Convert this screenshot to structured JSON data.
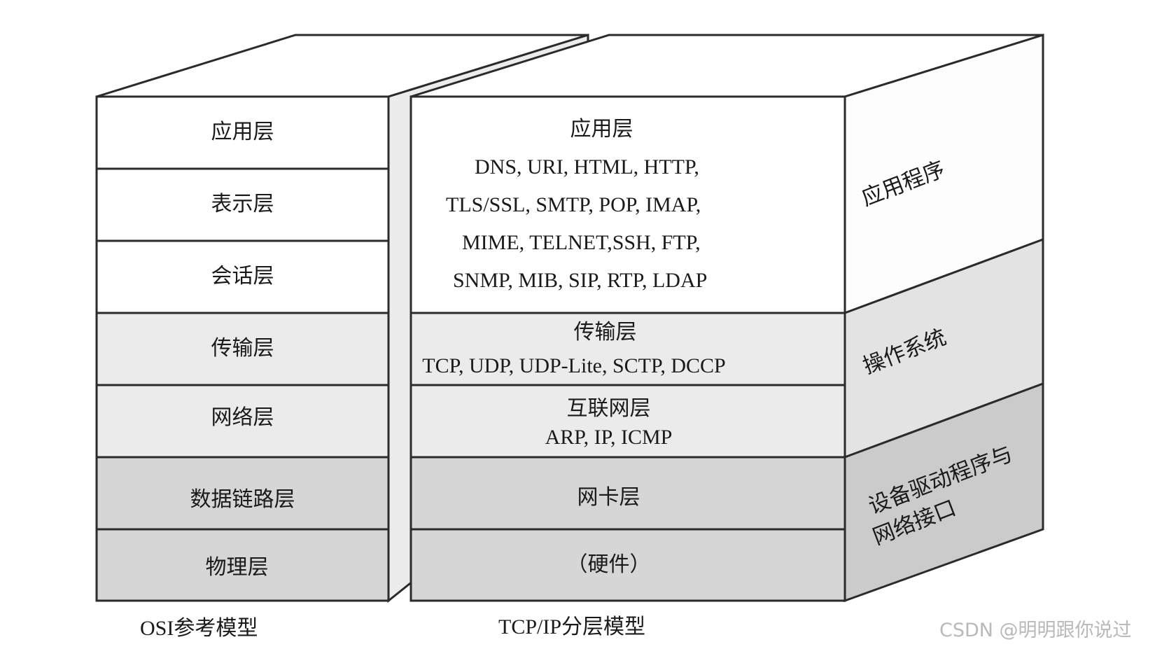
{
  "osi": {
    "caption": "OSI参考模型",
    "layers": [
      "应用层",
      "表示层",
      "会话层",
      "传输层",
      "网络层",
      "数据链路层",
      "物理层"
    ]
  },
  "tcpip": {
    "caption": "TCP/IP分层模型",
    "application": {
      "name": "应用层",
      "protocols": [
        "DNS, URI, HTML, HTTP,",
        "TLS/SSL, SMTP, POP, IMAP,",
        "MIME, TELNET,SSH, FTP,",
        "SNMP, MIB, SIP, RTP, LDAP"
      ]
    },
    "transport": {
      "name": "传输层",
      "protocols": [
        "TCP, UDP, UDP-Lite, SCTP, DCCP"
      ]
    },
    "internet": {
      "name": "互联网层",
      "protocols": [
        "ARP, IP, ICMP"
      ]
    },
    "link": {
      "name": "网卡层"
    },
    "hardware": {
      "name": "（硬件）"
    }
  },
  "side": {
    "application": "应用程序",
    "os": "操作系统",
    "driver_line1": "设备驱动程序与",
    "driver_line2": "网络接口"
  },
  "watermark": "CSDN @明明跟你说过",
  "colors": {
    "white": "#ffffff",
    "light_gray": "#ebebeb",
    "dark_gray": "#d6d6d6",
    "side_white": "#fdfdfd",
    "side_light": "#e3e3e3",
    "side_dark": "#cbcbcb",
    "outline": "#2b2b2b"
  }
}
